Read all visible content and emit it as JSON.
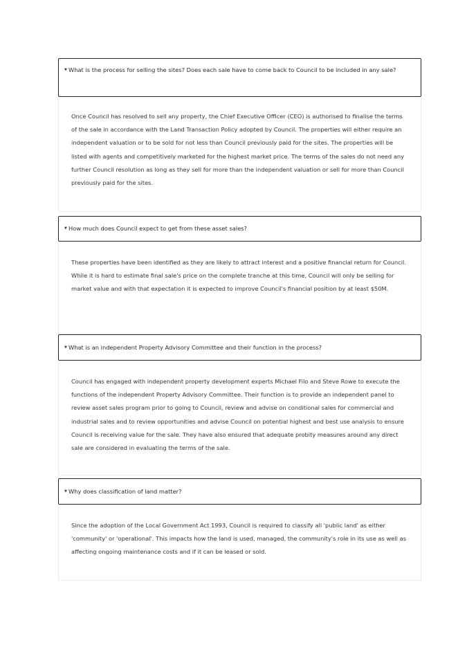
{
  "faqs": [
    {
      "question": "What is the process for selling the sites? Does each sale have to come back to Council to be included in any sale?",
      "answer": "Once Council has resolved to sell any property, the Chief Executive Officer (CEO) is authorised to finalise the terms of the sale in accordance with the Land Transaction Policy adopted by Council. The properties will either require an independent valuation or to be sold for not less than Council previously paid for the sites. The properties will be listed with agents and competitively marketed for the highest market price. The terms of the sales do not need any further Council resolution as long as they sell for more than the independent valuation or sell for more than Council previously paid for the sites."
    },
    {
      "question": "How much does Council expect to get from these asset sales?",
      "answer": "These properties have been identified as they are likely to attract interest and a positive financial return for Council. While it is hard to estimate final sale's price on the complete tranche at this time, Council will only be selling for market value and with that expectation it is expected to improve Council's financial position by at least $50M."
    },
    {
      "question": "What is an independent Property Advisory Committee and their function in the process?",
      "answer": "Council has engaged with independent property development experts Michael Filo and Steve Rowe to execute the functions of the independent Property Advisory Committee.  Their function is to provide an independent panel to review asset sales program prior to going to Council, review and advise on conditional sales for commercial and industrial sales and to review opportunities and advise Council on potential highest and best use analysis to ensure Council is receiving value for the sale. They have also ensured that adequate probity measures around any direct sale are considered in evaluating the terms of the sale."
    },
    {
      "question": "Why does classification of land matter?",
      "answer": "Since the adoption of the Local Government Act 1993, Council is required to classify all 'public land' as either 'community' or 'operational'. This impacts how the land is used, managed, the community's role in its use as well as affecting ongoing maintenance costs and if it can be leased or sold."
    }
  ],
  "icons": {
    "expanded": "chevron-down-icon"
  }
}
